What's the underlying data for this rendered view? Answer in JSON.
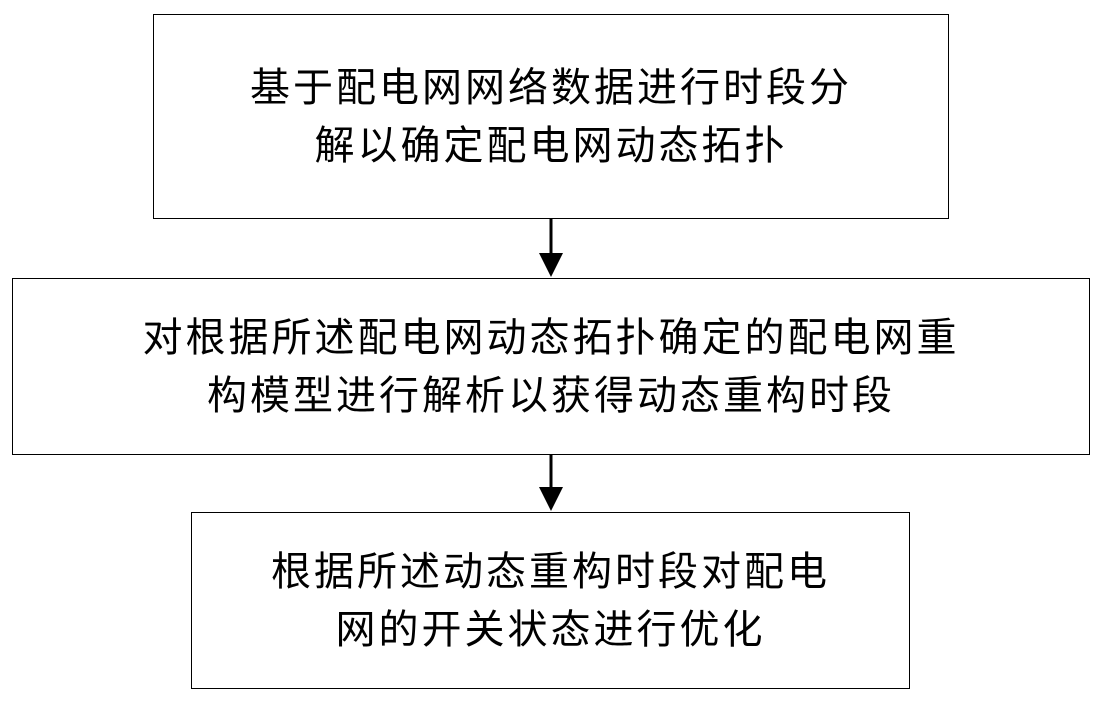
{
  "steps": [
    {
      "lines": [
        "基于配电网网络数据进行时段分",
        "解以确定配电网动态拓扑"
      ]
    },
    {
      "lines": [
        "对根据所述配电网动态拓扑确定的配电网重",
        "构模型进行解析以获得动态重构时段"
      ]
    },
    {
      "lines": [
        "根据所述动态重构时段对配电",
        "网的开关状态进行优化"
      ]
    }
  ]
}
